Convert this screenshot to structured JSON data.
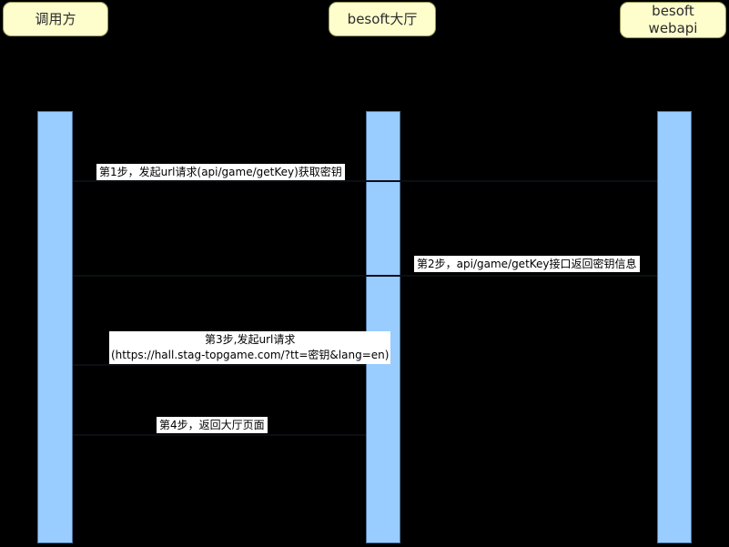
{
  "diagram": {
    "type": "sequence-diagram",
    "background_color": "#000000",
    "participants": [
      {
        "id": "caller",
        "lines": [
          "调用方"
        ]
      },
      {
        "id": "hall",
        "lines": [
          "besoft大厅"
        ]
      },
      {
        "id": "webapi",
        "lines": [
          "besoft",
          "webapi"
        ]
      }
    ],
    "messages": [
      {
        "step": 1,
        "from": "caller",
        "to": "webapi",
        "label": "第1步，发起url请求(api/game/getKey)获取密钥"
      },
      {
        "step": 2,
        "from": "webapi",
        "to": "caller",
        "label": "第2步，api/game/getKey接口返回密钥信息"
      },
      {
        "step": 3,
        "from": "caller",
        "to": "hall",
        "lines": [
          "第3步,发起url请求",
          "(https://hall.stag-topgame.com/?tt=密钥&lang=en)"
        ]
      },
      {
        "step": 4,
        "from": "hall",
        "to": "caller",
        "label": "第4步，返回大厅页面"
      }
    ],
    "colors": {
      "participant_fill": "#fefecd",
      "participant_border": "#9a9a5a",
      "activation_fill": "#99ccff",
      "message_line": "#0b0f14",
      "label_background": "#ffffff",
      "label_text": "#000000"
    }
  }
}
